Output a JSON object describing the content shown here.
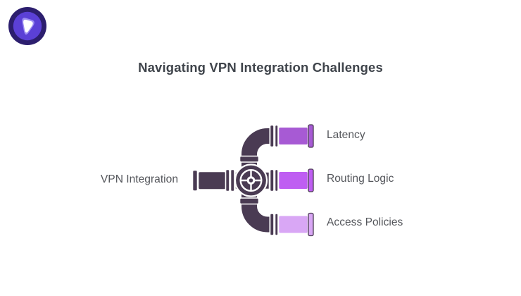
{
  "header": {
    "logo": {
      "name": "vpn-brand-logo",
      "colors": [
        "#2c1e6e",
        "#5b40d6",
        "#9d8df2",
        "#ffffff"
      ]
    },
    "title": "Navigating VPN Integration Challenges"
  },
  "diagram": {
    "type": "pipe-branching-diagram",
    "root": {
      "label": "VPN Integration"
    },
    "branches": [
      {
        "label": "Latency",
        "pipe_color": "#a75ad4"
      },
      {
        "label": "Routing Logic",
        "pipe_color": "#bf5ef2"
      },
      {
        "label": "Access Policies",
        "pipe_color": "#d9a7f5"
      }
    ],
    "pipe_dark_color": "#4a3b53",
    "outline_color": "#ffffff"
  },
  "theme": {
    "background": "#ffffff",
    "title_color": "#3f444b",
    "label_color": "#55575c"
  }
}
